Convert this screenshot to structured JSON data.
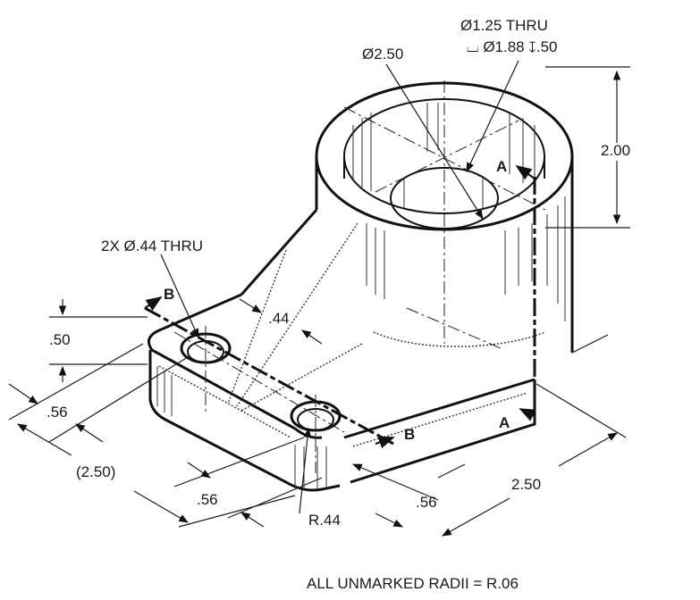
{
  "labels": {
    "hole_large": "Ø1.25 THRU",
    "counterbore": "⌴ Ø1.88 ↧.50",
    "outer_diameter": "Ø2.50",
    "small_holes": "2X Ø.44 THRU",
    "height": "2.00",
    "base_thickness": ".50",
    "rib_thickness": ".44",
    "hole_offset_left": ".56",
    "base_length": "(2.50)",
    "hole_offset_front_left": ".56",
    "hole_offset_front_right": ".56",
    "base_width": "2.50",
    "corner_radius": "R.44",
    "note": "ALL UNMARKED RADII = R.06"
  },
  "section_markers": {
    "a_top": "A",
    "a_bottom": "A",
    "b_left": "B",
    "b_right": "B"
  }
}
